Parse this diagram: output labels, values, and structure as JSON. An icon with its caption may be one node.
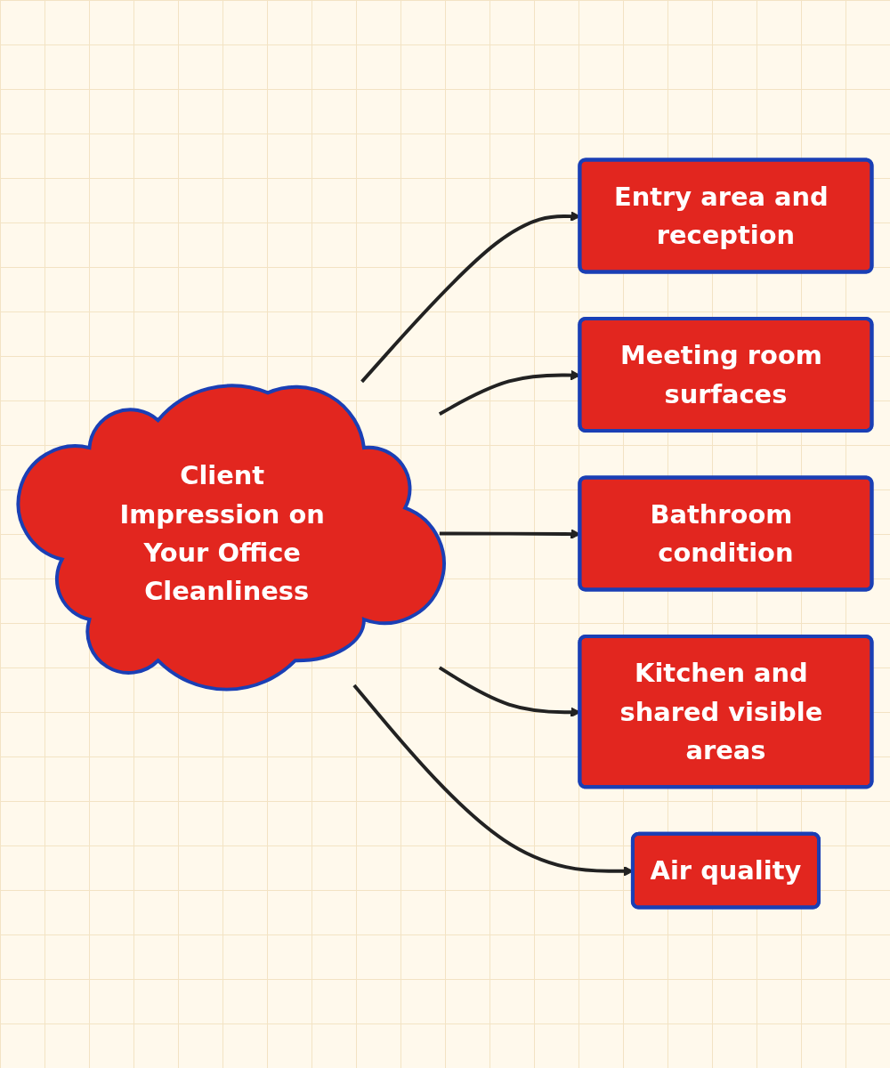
{
  "diagram": {
    "nodes": [
      {
        "text": [
          "Client Impression on Your Office Cleanliness"
        ]
      },
      {
        "text": [
          "Entry area and reception"
        ]
      },
      {
        "text": [
          "Meeting room surfaces"
        ]
      },
      {
        "text": [
          "Bathroom condition"
        ]
      },
      {
        "text": [
          "Kitchen and shared visible areas"
        ]
      },
      {
        "text": [
          "Air quality"
        ]
      }
    ],
    "edges": [
      {
        "from": 0,
        "to": 1,
        "arrow": "to"
      },
      {
        "from": 0,
        "to": 2,
        "arrow": "to"
      },
      {
        "from": 0,
        "to": 3,
        "arrow": "to"
      },
      {
        "from": 0,
        "to": 4,
        "arrow": "to"
      },
      {
        "from": 0,
        "to": 5,
        "arrow": "to"
      }
    ]
  }
}
